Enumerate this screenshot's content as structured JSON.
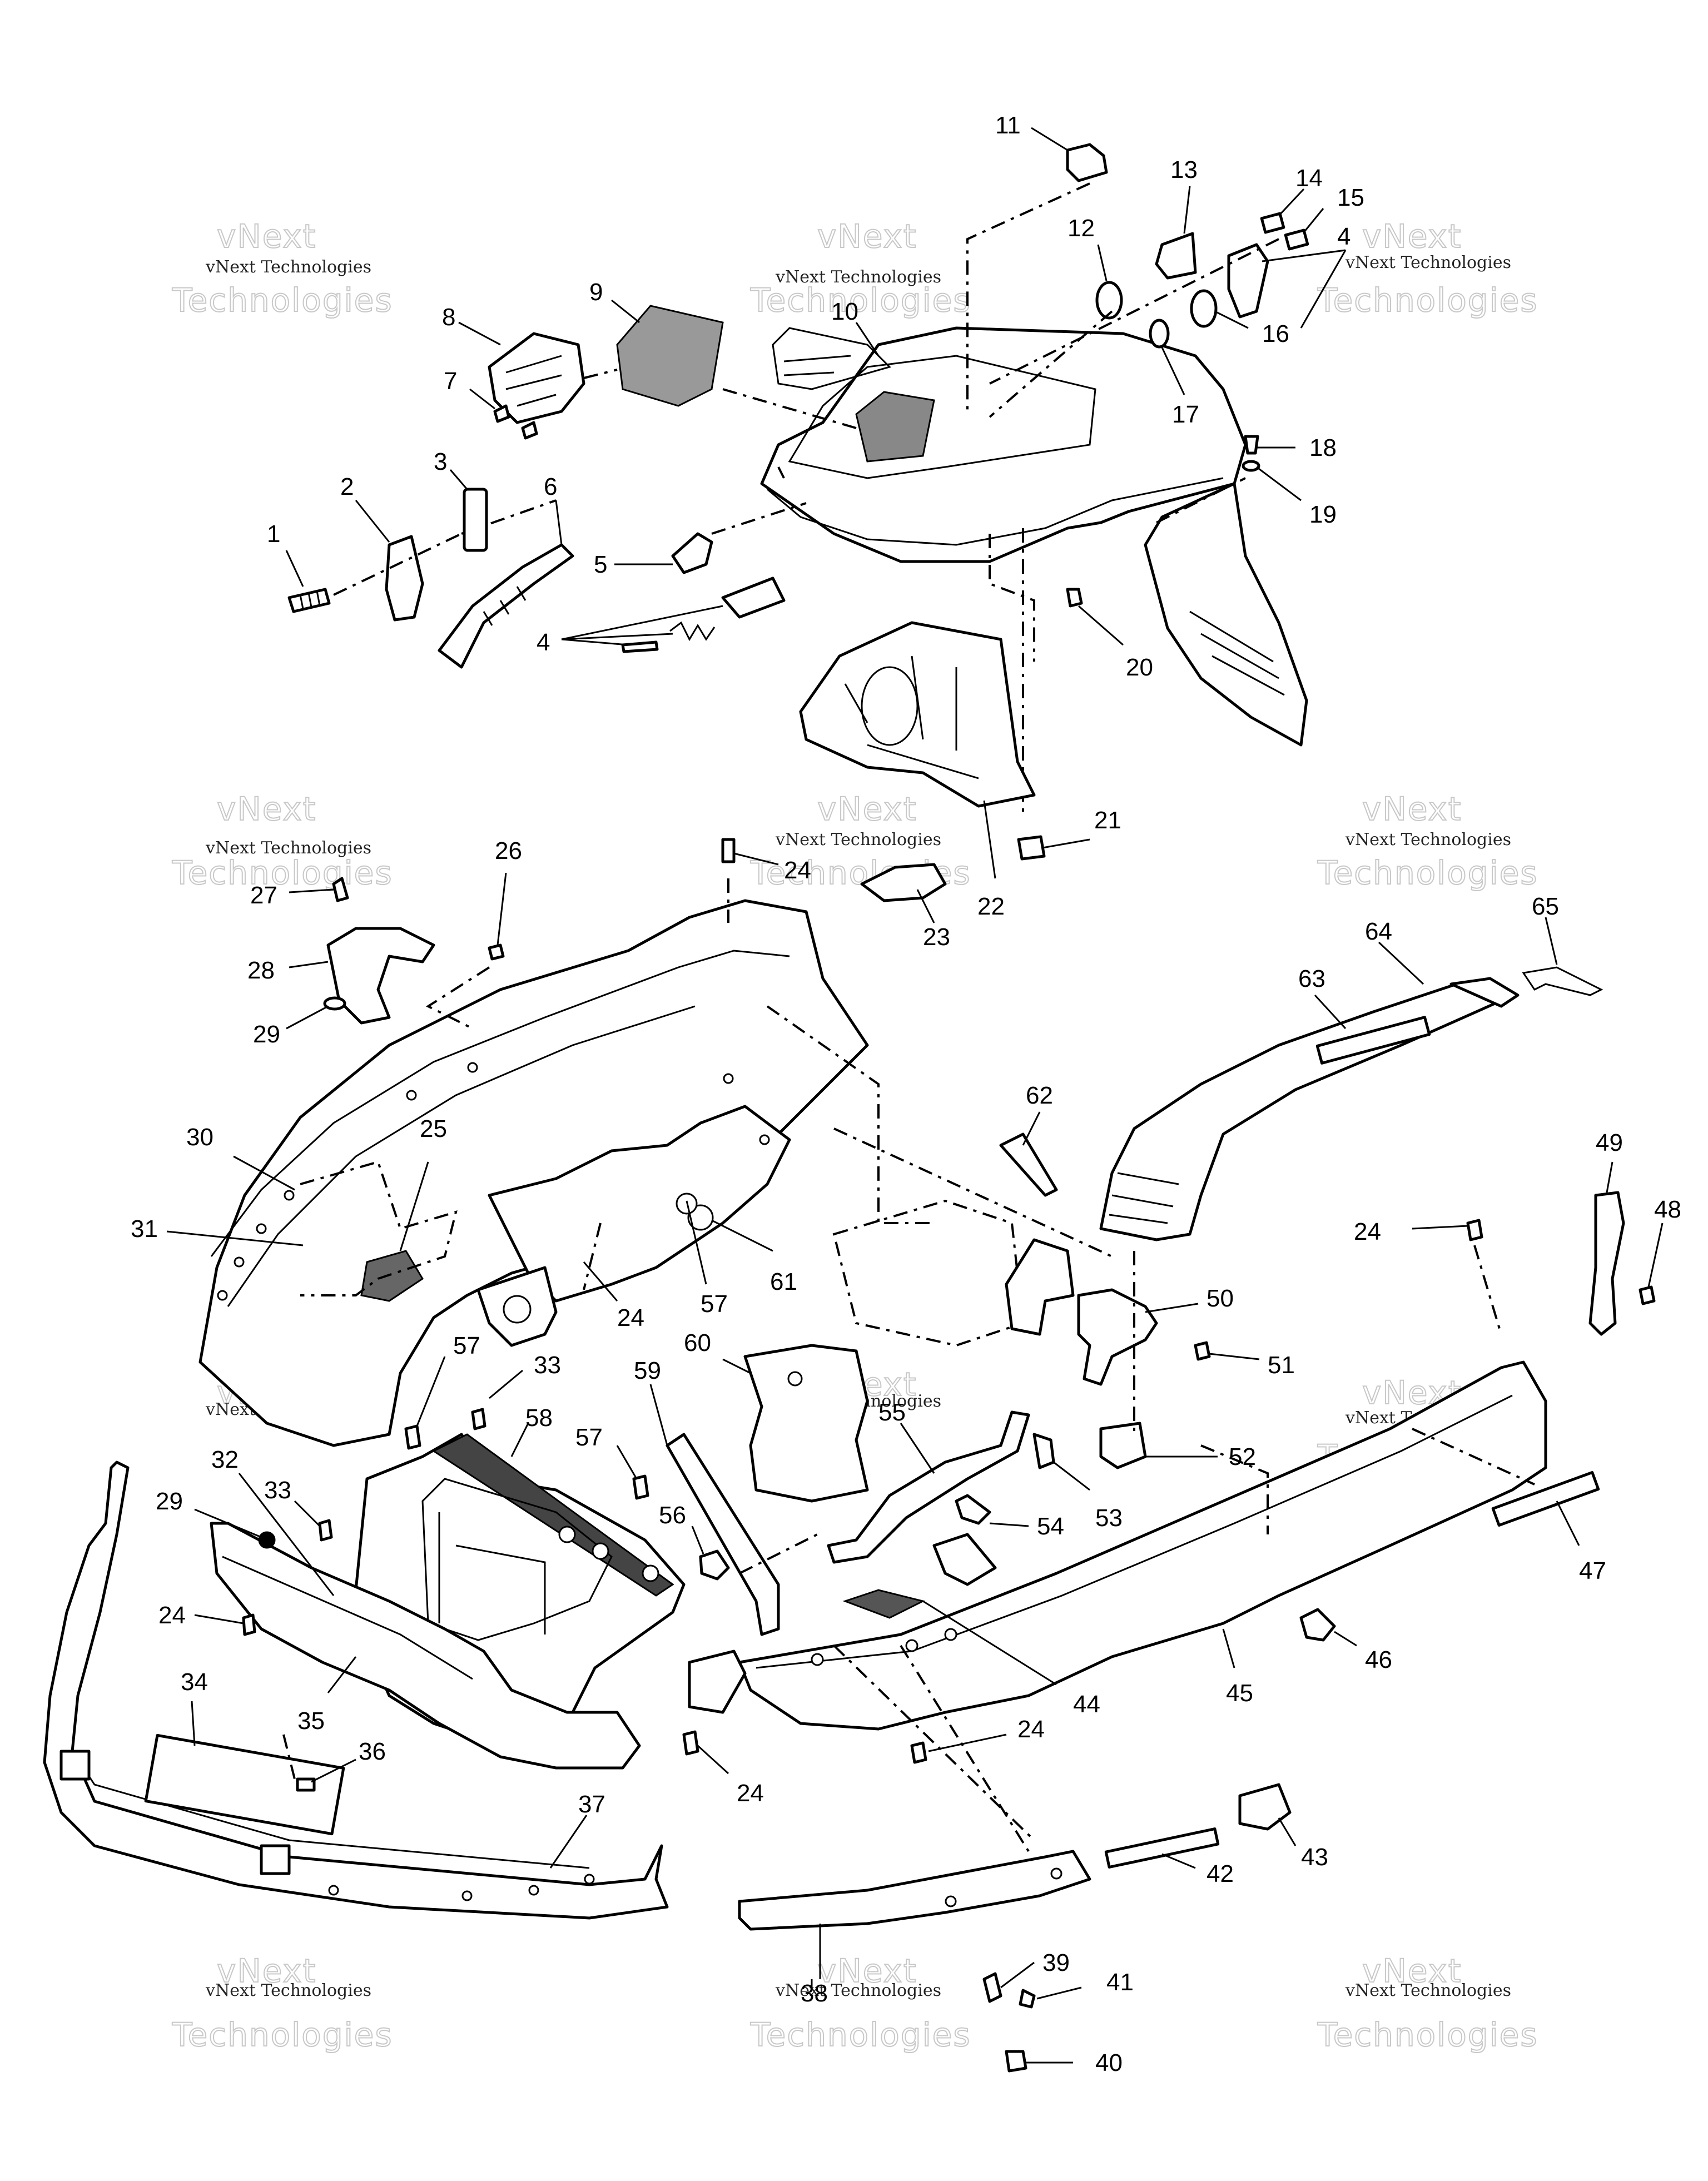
{
  "watermark": {
    "small": "vNext Technologies",
    "big_line1": "vNext",
    "big_line2": "Technologies"
  },
  "callouts": [
    {
      "id": "c1",
      "label": "1"
    },
    {
      "id": "c2",
      "label": "2"
    },
    {
      "id": "c3",
      "label": "3"
    },
    {
      "id": "c4a",
      "label": "4"
    },
    {
      "id": "c4b",
      "label": "4"
    },
    {
      "id": "c5",
      "label": "5"
    },
    {
      "id": "c6",
      "label": "6"
    },
    {
      "id": "c7",
      "label": "7"
    },
    {
      "id": "c8",
      "label": "8"
    },
    {
      "id": "c9",
      "label": "9"
    },
    {
      "id": "c10",
      "label": "10"
    },
    {
      "id": "c11",
      "label": "11"
    },
    {
      "id": "c12",
      "label": "12"
    },
    {
      "id": "c13",
      "label": "13"
    },
    {
      "id": "c14",
      "label": "14"
    },
    {
      "id": "c15",
      "label": "15"
    },
    {
      "id": "c16",
      "label": "16"
    },
    {
      "id": "c17",
      "label": "17"
    },
    {
      "id": "c18",
      "label": "18"
    },
    {
      "id": "c19",
      "label": "19"
    },
    {
      "id": "c20",
      "label": "20"
    },
    {
      "id": "c21",
      "label": "21"
    },
    {
      "id": "c22",
      "label": "22"
    },
    {
      "id": "c23",
      "label": "23"
    },
    {
      "id": "c24a",
      "label": "24"
    },
    {
      "id": "c24b",
      "label": "24"
    },
    {
      "id": "c24c",
      "label": "24"
    },
    {
      "id": "c24d",
      "label": "24"
    },
    {
      "id": "c24e",
      "label": "24"
    },
    {
      "id": "c24f",
      "label": "24"
    },
    {
      "id": "c25",
      "label": "25"
    },
    {
      "id": "c26",
      "label": "26"
    },
    {
      "id": "c27",
      "label": "27"
    },
    {
      "id": "c28",
      "label": "28"
    },
    {
      "id": "c29a",
      "label": "29"
    },
    {
      "id": "c29b",
      "label": "29"
    },
    {
      "id": "c30",
      "label": "30"
    },
    {
      "id": "c31",
      "label": "31"
    },
    {
      "id": "c32",
      "label": "32"
    },
    {
      "id": "c33a",
      "label": "33"
    },
    {
      "id": "c33b",
      "label": "33"
    },
    {
      "id": "c34",
      "label": "34"
    },
    {
      "id": "c35",
      "label": "35"
    },
    {
      "id": "c36",
      "label": "36"
    },
    {
      "id": "c37",
      "label": "37"
    },
    {
      "id": "c38",
      "label": "38"
    },
    {
      "id": "c39",
      "label": "39"
    },
    {
      "id": "c40",
      "label": "40"
    },
    {
      "id": "c41",
      "label": "41"
    },
    {
      "id": "c42",
      "label": "42"
    },
    {
      "id": "c43",
      "label": "43"
    },
    {
      "id": "c44",
      "label": "44"
    },
    {
      "id": "c45",
      "label": "45"
    },
    {
      "id": "c46",
      "label": "46"
    },
    {
      "id": "c47",
      "label": "47"
    },
    {
      "id": "c48",
      "label": "48"
    },
    {
      "id": "c49",
      "label": "49"
    },
    {
      "id": "c50",
      "label": "50"
    },
    {
      "id": "c51",
      "label": "51"
    },
    {
      "id": "c52",
      "label": "52"
    },
    {
      "id": "c53",
      "label": "53"
    },
    {
      "id": "c54",
      "label": "54"
    },
    {
      "id": "c55",
      "label": "55"
    },
    {
      "id": "c56",
      "label": "56"
    },
    {
      "id": "c57a",
      "label": "57"
    },
    {
      "id": "c57b",
      "label": "57"
    },
    {
      "id": "c57c",
      "label": "57"
    },
    {
      "id": "c58",
      "label": "58"
    },
    {
      "id": "c59",
      "label": "59"
    },
    {
      "id": "c60",
      "label": "60"
    },
    {
      "id": "c61",
      "label": "61"
    },
    {
      "id": "c62",
      "label": "62"
    },
    {
      "id": "c63",
      "label": "63"
    },
    {
      "id": "c64",
      "label": "64"
    },
    {
      "id": "c65",
      "label": "65"
    }
  ]
}
